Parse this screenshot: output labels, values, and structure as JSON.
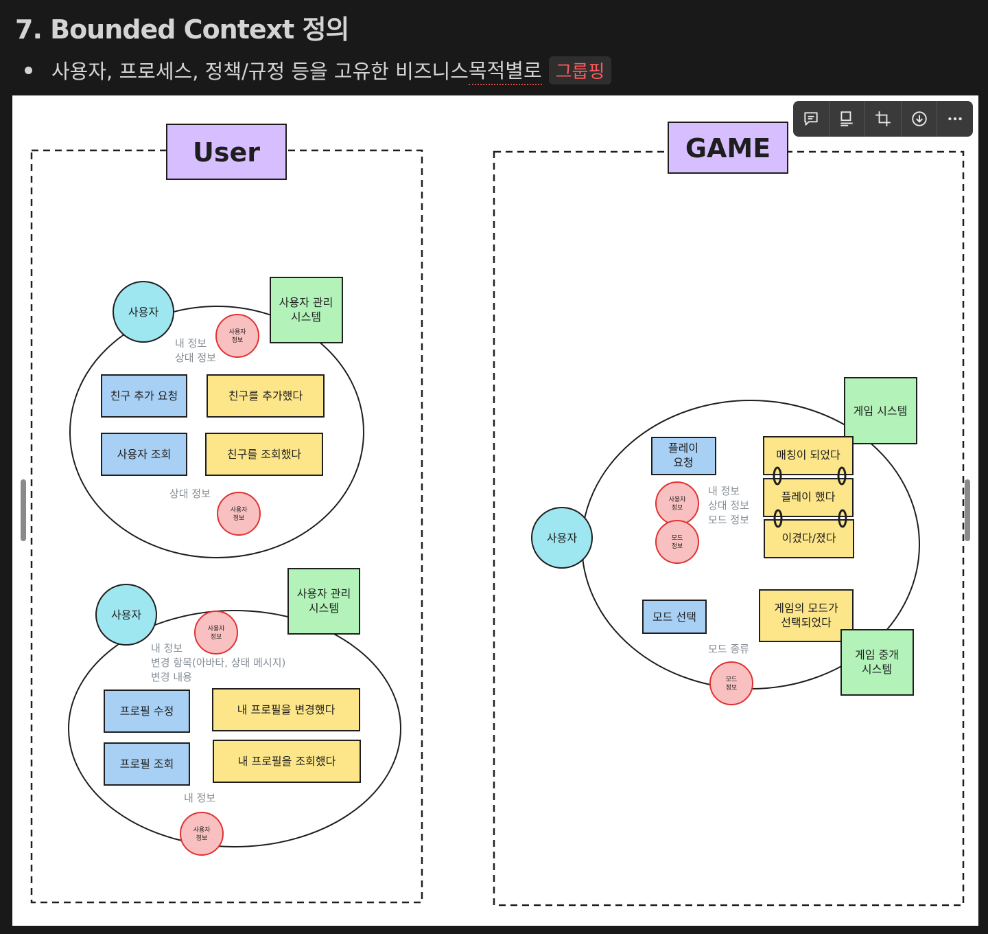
{
  "heading": {
    "title": "7. Bounded Context 정의"
  },
  "bullet": {
    "text": "사용자, 프로세스, 정책/규정 등을 고유한 비즈니스 ",
    "underlined": "목적별로",
    "chip": "그룹핑"
  },
  "toolbar": {
    "icons": [
      "comment-icon",
      "caption-icon",
      "crop-icon",
      "download-icon",
      "more-icon"
    ]
  },
  "diagram": {
    "user_context": {
      "title": "User",
      "group1": {
        "actor": "사용자",
        "system": [
          "사용자 관리",
          "시스템"
        ],
        "policy": [
          "사용자",
          "정보"
        ],
        "info_top": [
          "내 정보",
          "상대 정보"
        ],
        "commands": [
          "친구 추가 요청",
          "사용자 조회"
        ],
        "events": [
          "친구를 추가했다",
          "친구를 조회했다"
        ],
        "info_bottom": "상대 정보",
        "policy_bottom": [
          "사용자",
          "정보"
        ]
      },
      "group2": {
        "actor": "사용자",
        "system": [
          "사용자 관리",
          "시스템"
        ],
        "policy": [
          "사용자",
          "정보"
        ],
        "info_top": [
          "내 정보",
          "변경 항목(아바타, 상태 메시지)",
          "변경 내용"
        ],
        "commands": [
          "프로필 수정",
          "프로필 조회"
        ],
        "events": [
          "내 프로필을 변경했다",
          "내 프로필을 조회했다"
        ],
        "info_bottom": "내 정보",
        "policy_bottom": [
          "사용자",
          "정보"
        ]
      }
    },
    "game_context": {
      "title": "GAME",
      "actor": "사용자",
      "system": "게임 시스템",
      "command_play": [
        "플레이",
        "요청"
      ],
      "policy_user": [
        "사용자",
        "정보"
      ],
      "policy_mode": [
        "모드",
        "정보"
      ],
      "info": [
        "내 정보",
        "상대 정보",
        "모드 정보"
      ],
      "events": [
        "매칭이 되었다",
        "플레이 했다",
        "이겼다/졌다"
      ],
      "command_mode": "모드 선택",
      "event_mode": [
        "게임의 모드가",
        "선택되었다"
      ],
      "relay_system": [
        "게임 중개",
        "시스템"
      ],
      "info_mode": "모드 종류",
      "policy_mode_bottom": [
        "모드",
        "정보"
      ]
    },
    "colors": {
      "title_box": "#d7bfff",
      "actor": "#9ee7f0",
      "system": "#b3f2b9",
      "command": "#a8d0f5",
      "event": "#fde68a",
      "policy": "#f8c0c0",
      "policy_stroke": "#e03131"
    }
  }
}
